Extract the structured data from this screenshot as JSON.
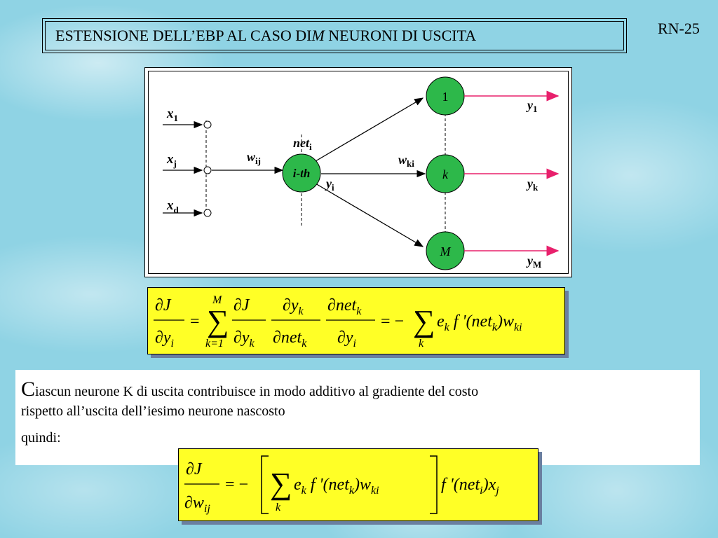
{
  "slide": {
    "title_prefix": "ESTENSIONE DELL’EBP AL CASO DI ",
    "title_italic": "M",
    "title_suffix": " NEURONI DI USCITA",
    "number": "RN-25"
  },
  "diagram": {
    "inputs": [
      {
        "symbol": "x",
        "sub": "1"
      },
      {
        "symbol": "x",
        "sub": "j"
      },
      {
        "symbol": "x",
        "sub": "d"
      }
    ],
    "hidden_neuron_label": "i-th",
    "net_symbol": "net",
    "net_sub": "i",
    "w_in_symbol": "w",
    "w_in_sub": "ij",
    "y_hidden_symbol": "y",
    "y_hidden_sub": "i",
    "w_out_symbol": "w",
    "w_out_sub": "ki",
    "output_neurons": [
      "1",
      "k",
      "M"
    ],
    "outputs": [
      {
        "symbol": "y",
        "sub": "1"
      },
      {
        "symbol": "y",
        "sub": "k"
      },
      {
        "symbol": "y",
        "sub": "M"
      }
    ],
    "colors": {
      "neuron": "#2db84a",
      "output_arrow": "#e8206c",
      "frame_bg": "#ffffff"
    }
  },
  "formula1": {
    "lhs_num": "∂J",
    "lhs_den": "∂y",
    "lhs_den_sub": "i",
    "sum_top": "M",
    "sum_bottom": "k=1",
    "sum_symbol": "∑",
    "f1_num": "∂J",
    "f1_den": "∂y",
    "f1_den_sub": "k",
    "f2_num": "∂y",
    "f2_num_sub": "k",
    "f2_den": "∂net",
    "f2_den_sub": "k",
    "f3_num": "∂net",
    "f3_num_sub": "k",
    "f3_den": "∂y",
    "f3_den_sub": "i",
    "eq": "=",
    "neg_eq": "= −",
    "sum2_bottom": "k",
    "term_e": "e",
    "term_e_sub": "k",
    "term_f": "f '(net",
    "term_f_sub": "k",
    "term_close_w": ")w",
    "term_w_sub": "ki"
  },
  "text": {
    "lead_letter": "C",
    "line1": "iascun neurone K di uscita contribuisce in modo additivo al gradiente del costo",
    "line2": "rispetto all’uscita dell’iesimo neurone nascosto",
    "quindi": "quindi:"
  },
  "formula2": {
    "lhs_num": "∂J",
    "lhs_den": "∂w",
    "lhs_den_sub": "ij",
    "neg_eq": "= −",
    "sum_symbol": "∑",
    "sum_bottom": "k",
    "term_e": "e",
    "term_e_sub": "k",
    "term_f": "f '(net",
    "term_f_sub": "k",
    "term_close_w": ")w",
    "term_w_sub": "ki",
    "outer_f": "f '(net",
    "outer_f_sub": "i",
    "outer_close_x": ")x",
    "outer_x_sub": "j"
  }
}
